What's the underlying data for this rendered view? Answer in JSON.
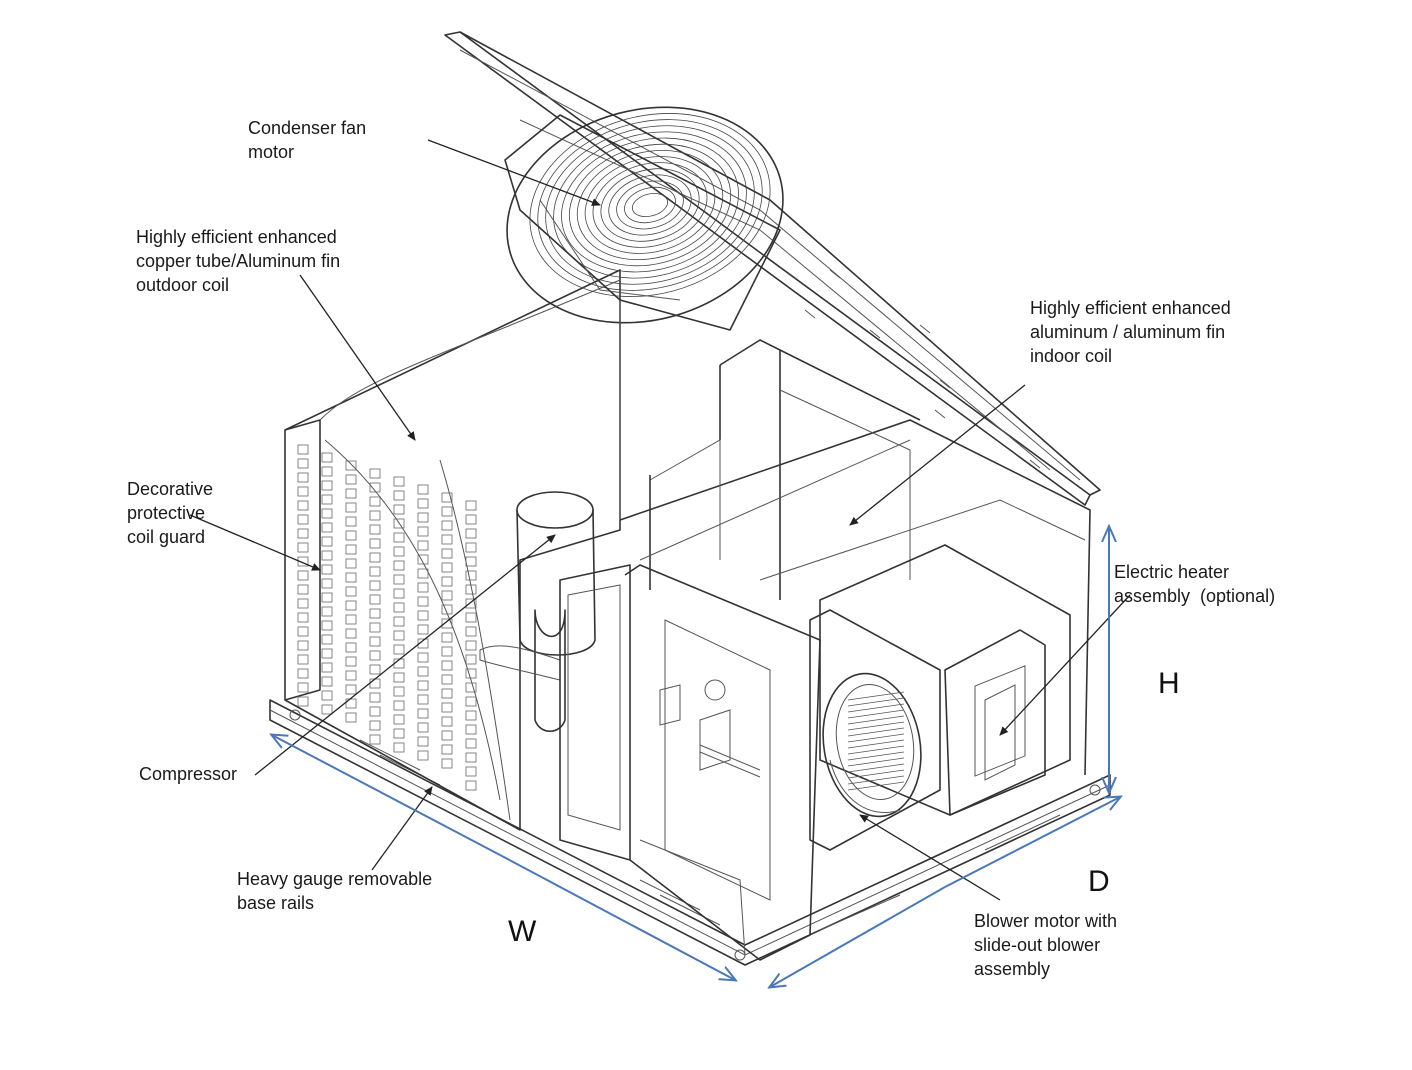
{
  "labels": {
    "condenser_fan": [
      "Condenser fan",
      "motor"
    ],
    "outdoor_coil": [
      "Highly efficient enhanced",
      "copper tube/Aluminum fin",
      "outdoor coil"
    ],
    "indoor_coil": [
      "Highly efficient enhanced",
      "aluminum / aluminum fin",
      "indoor coil"
    ],
    "coil_guard": [
      "Decorative",
      "protective",
      "coil guard"
    ],
    "electric_heater": [
      "Electric heater",
      "assembly  (optional)"
    ],
    "compressor": [
      "Compressor"
    ],
    "base_rails": [
      "Heavy gauge removable",
      "base rails"
    ],
    "blower": [
      "Blower motor with",
      "slide-out blower",
      "assembly"
    ]
  },
  "dimensions": {
    "width": "W",
    "depth": "D",
    "height": "H"
  },
  "colors": {
    "dimension_arrow": "#4a78b8",
    "drawing_line": "#333333"
  }
}
